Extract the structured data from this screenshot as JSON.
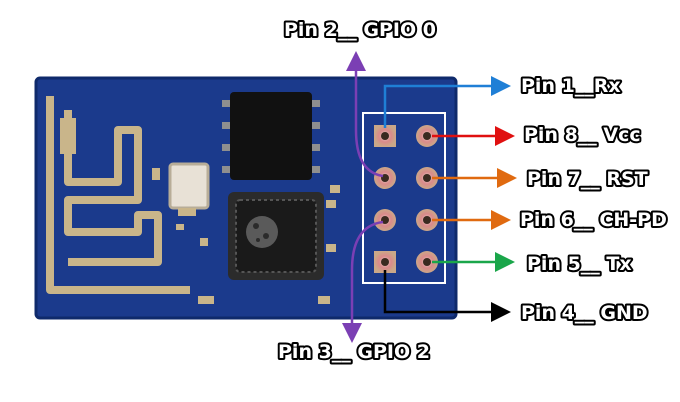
{
  "diagram": {
    "colors": {
      "board": "#1b3a8c",
      "board_edge": "#0f2a6b",
      "antenna": "#c9b58a",
      "chip": "#111111",
      "pin_frame": "#ffffff"
    },
    "labels": {
      "pin1": "Pin 1__Rx",
      "pin2": "Pin 2__ GPIO 0",
      "pin3": "Pin 3__ GPIO 2",
      "pin4": "Pin 4__ GND",
      "pin5": "Pin 5__ Tx",
      "pin6": "Pin 6__ CH-PD",
      "pin7": "Pin 7__ RST",
      "pin8": "Pin 8__ Vcc"
    },
    "arrow_colors": {
      "rx": "#1f7fd6",
      "gpio0": "#7b3fb4",
      "gpio2": "#7b3fb4",
      "gnd": "#000000",
      "tx": "#1aa64a",
      "ch_pd": "#e06a10",
      "rst": "#e06a10",
      "vcc": "#e01010"
    }
  }
}
